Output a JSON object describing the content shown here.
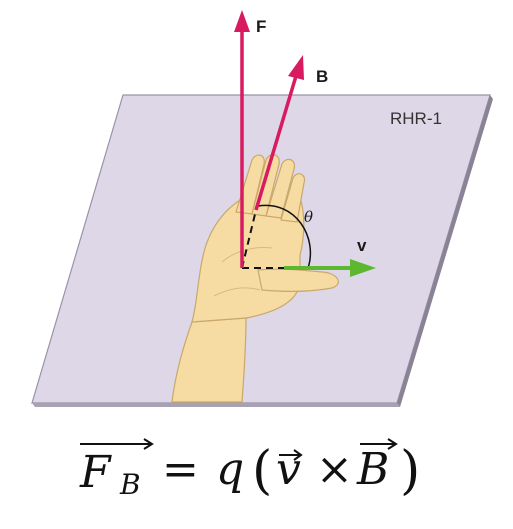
{
  "diagram": {
    "plane_label": "RHR-1",
    "labels": {
      "force": "F",
      "field": "B",
      "velocity": "v",
      "angle": "θ"
    },
    "colors": {
      "plane_fill": "#ddd7e8",
      "plane_edge": "#9a93a8",
      "force_arrow": "#d81b60",
      "field_arrow": "#d81b60",
      "velocity_arrow": "#5cb82e",
      "hand_fill": "#f6dca2",
      "hand_edge": "#c9a86a"
    }
  },
  "formula": {
    "force_symbol": "F",
    "force_subscript": "B",
    "equals": "=",
    "charge": "q",
    "open_paren": "(",
    "velocity_symbol": "v",
    "cross": "×",
    "field_symbol": "B",
    "close_paren": ")"
  }
}
